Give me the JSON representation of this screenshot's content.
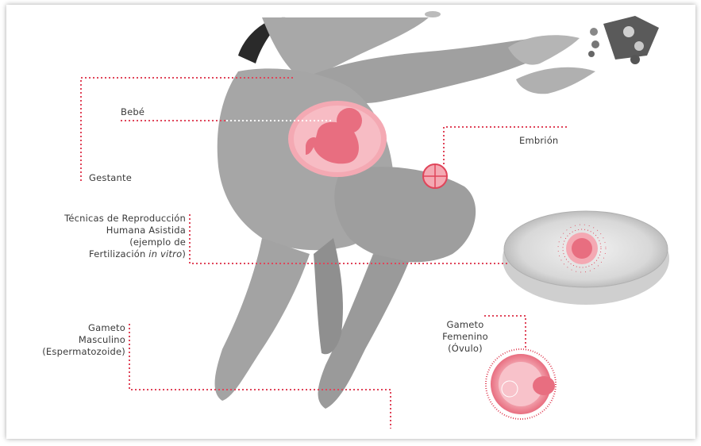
{
  "labels": {
    "gestante": "Gestante",
    "bebe": "Bebé",
    "embrion": "Embrión",
    "tecnicas_line1": "Técnicas de Reproducción",
    "tecnicas_line2": "Humana Asistida",
    "tecnicas_line3": "(ejemplo de",
    "tecnicas_line4_normal": "Fertilización ",
    "tecnicas_line4_italic": "in vitro",
    "tecnicas_line4_close": ")",
    "gameto_m_line1": "Gameto",
    "gameto_m_line2": "Masculino",
    "gameto_m_line3": "(Espermatozoide)",
    "gameto_f_line1": "Gameto",
    "gameto_f_line2": "Femenino",
    "gameto_f_line3": "(Óvulo)"
  },
  "colors": {
    "accent": "#e0455a",
    "accent_light": "#f4a9b3",
    "body_gray": "#a8a8a8",
    "text": "#3a3a3a"
  },
  "icons": {
    "figure": "pregnant-woman-illustration",
    "fetus": "fetus-icon",
    "embryo": "embryo-icon",
    "petri": "petri-dish-icon",
    "ovum": "ovum-icon"
  }
}
